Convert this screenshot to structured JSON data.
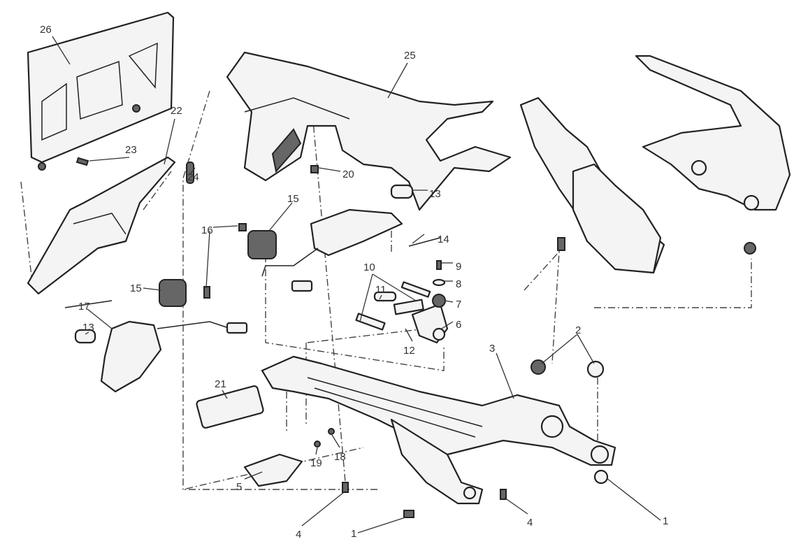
{
  "diagram": {
    "callouts": {
      "c26": "26",
      "c25": "25",
      "c22": "22",
      "c23": "23",
      "c24": "24",
      "c20": "20",
      "c13a": "13",
      "c15a": "15",
      "c14": "14",
      "c16": "16",
      "c9": "9",
      "c10": "10",
      "c8": "8",
      "c11": "11",
      "c7": "7",
      "c15b": "15",
      "c17": "17",
      "c6": "6",
      "c13b": "13",
      "c12": "12",
      "c3": "3",
      "c2": "2",
      "c21": "21",
      "c19": "19",
      "c18": "18",
      "c5": "5",
      "c4a": "4",
      "c1a": "1",
      "c4b": "4",
      "c1b": "1"
    }
  }
}
